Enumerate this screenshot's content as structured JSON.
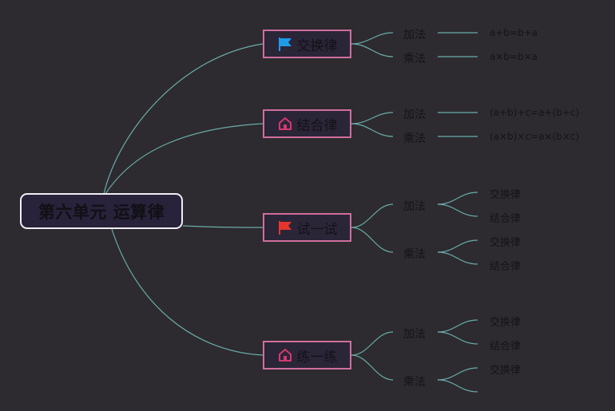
{
  "colors": {
    "background": "#2d2b30",
    "line": "#6aaca8",
    "branch_border": "#cf6f9c",
    "root_border": "#f2eef4",
    "flag_blue": "#1e9be8",
    "flag_red": "#e8342d",
    "house": "#d6386e"
  },
  "root": {
    "title": "第六单元 运算律"
  },
  "branches": [
    {
      "label": "交换律",
      "icon": "blue-flag-icon",
      "subs": [
        {
          "label": "加法",
          "leaves": [
            "a+b=b+a"
          ]
        },
        {
          "label": "乘法",
          "leaves": [
            "a×b=b×a"
          ]
        }
      ]
    },
    {
      "label": "结合律",
      "icon": "house-icon",
      "subs": [
        {
          "label": "加法",
          "leaves": [
            "(a+b)+c=a+(b+c)"
          ]
        },
        {
          "label": "乘法",
          "leaves": [
            "(a×b)×c=a×(b×c)"
          ]
        }
      ]
    },
    {
      "label": "试一试",
      "icon": "red-flag-icon",
      "subs": [
        {
          "label": "加法",
          "leaves": [
            "交换律",
            "结合律"
          ]
        },
        {
          "label": "乘法",
          "leaves": [
            "交换律",
            "结合律"
          ]
        }
      ]
    },
    {
      "label": "练一练",
      "icon": "house-icon",
      "subs": [
        {
          "label": "加法",
          "leaves": [
            "交换律",
            "结合律"
          ]
        },
        {
          "label": "乘法",
          "leaves": [
            "交换律",
            ""
          ]
        }
      ]
    }
  ]
}
